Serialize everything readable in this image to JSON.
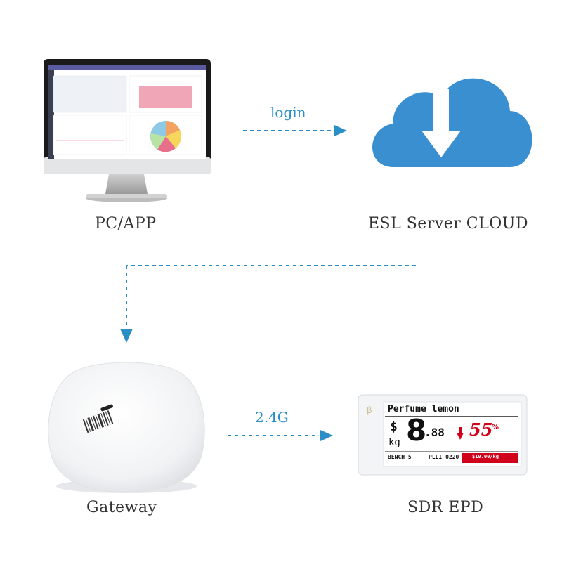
{
  "nodes": {
    "pc": {
      "caption": "PC/APP"
    },
    "cloud": {
      "caption": "ESL Server CLOUD"
    },
    "gateway": {
      "caption": "Gateway"
    },
    "epd": {
      "caption": "SDR EPD",
      "product": "Perfume lemon",
      "currency": "$",
      "unit": "kg",
      "price_int": "8",
      "price_dec": ".88",
      "promo": "55",
      "promo_suffix": "%",
      "footer_left": "BENCH 5",
      "footer_mid": "PLLI 0220",
      "footer_right": "$10.00/kg"
    }
  },
  "edges": {
    "pc_to_cloud": {
      "label": "login"
    },
    "gateway_to_epd": {
      "label": "2.4G"
    }
  },
  "colors": {
    "arrow": "#2a8fc7",
    "cloud": "#3a8fd0",
    "label": "#2a8fc7",
    "caption": "#333333",
    "promo": "#d0021b",
    "dashboard_chart": "#f0a6b6"
  },
  "icons": {
    "pc": "desktop-monitor-icon",
    "cloud": "cloud-download-icon",
    "gateway": "wireless-gateway-icon",
    "epd": "e-paper-shelf-label-icon"
  }
}
